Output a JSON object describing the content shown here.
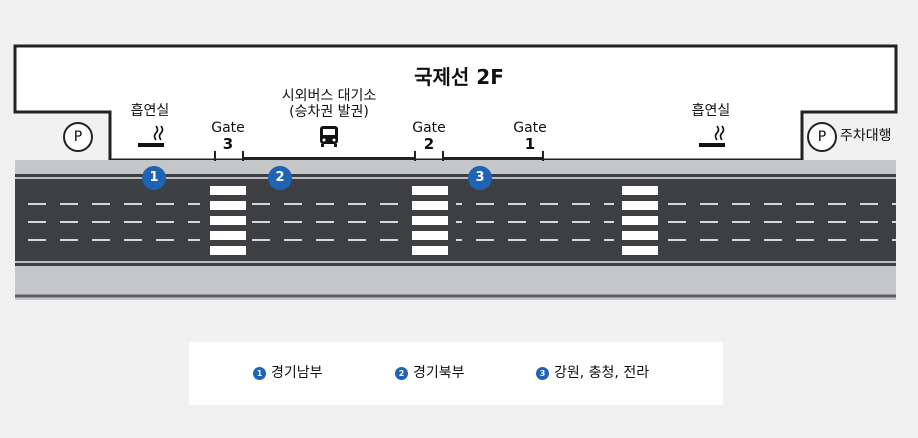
{
  "title": "국제선 2F",
  "bus_waiting": {
    "line1": "시외버스 대기소",
    "line2": "(승차권 발권)",
    "icon": "bus-icon"
  },
  "smoking_left": {
    "label": "흡연실",
    "icon": "cigarette-icon"
  },
  "smoking_right": {
    "label": "흡연실",
    "icon": "cigarette-icon"
  },
  "parking_left": {
    "symbol": "P"
  },
  "parking_right": {
    "symbol": "P",
    "label": "주차대행"
  },
  "gates": [
    {
      "label": "Gate",
      "number": "3"
    },
    {
      "label": "Gate",
      "number": "2"
    },
    {
      "label": "Gate",
      "number": "1"
    }
  ],
  "badges": [
    "1",
    "2",
    "3"
  ],
  "legend": [
    {
      "num": "1",
      "label": "경기남부"
    },
    {
      "num": "2",
      "label": "경기북부"
    },
    {
      "num": "3",
      "label": "강원, 충청, 전라"
    }
  ],
  "colors": {
    "badge": "#1f63b4",
    "road": "#3d3f42",
    "sidewalk": "#c4c6c8"
  }
}
